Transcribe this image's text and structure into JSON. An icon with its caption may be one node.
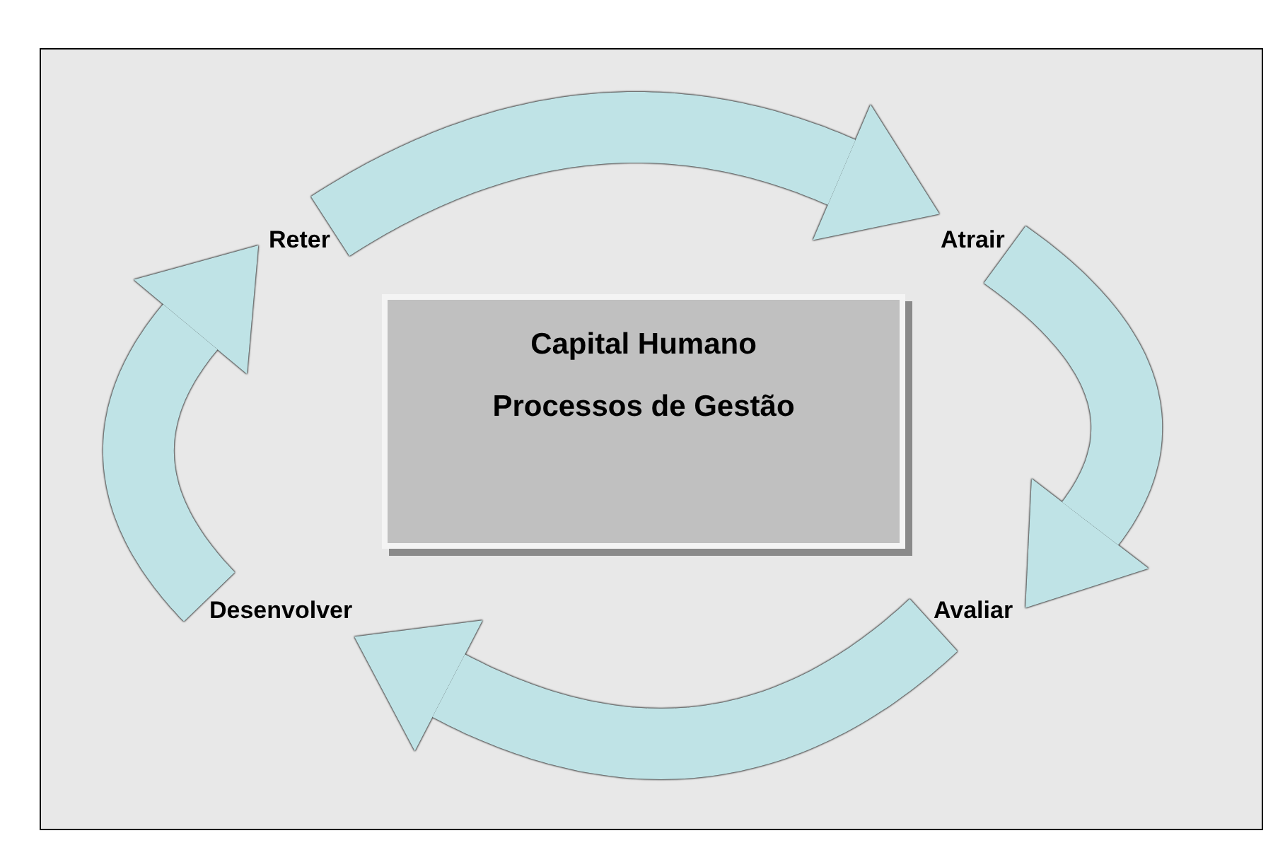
{
  "diagram": {
    "nodes": [
      {
        "text": [
          "Capital Humano",
          "Processos de Gestão"
        ]
      },
      {
        "text": [
          "Reter"
        ]
      },
      {
        "text": [
          "Atrair"
        ]
      },
      {
        "text": [
          "Avaliar"
        ]
      },
      {
        "text": [
          "Desenvolver"
        ]
      }
    ],
    "edges": [
      {
        "from": 1,
        "to": 2,
        "arrow": "to"
      },
      {
        "from": 2,
        "to": 3,
        "arrow": "to"
      },
      {
        "from": 3,
        "to": 4,
        "arrow": "to"
      },
      {
        "from": 4,
        "to": 1,
        "arrow": "to"
      }
    ]
  }
}
